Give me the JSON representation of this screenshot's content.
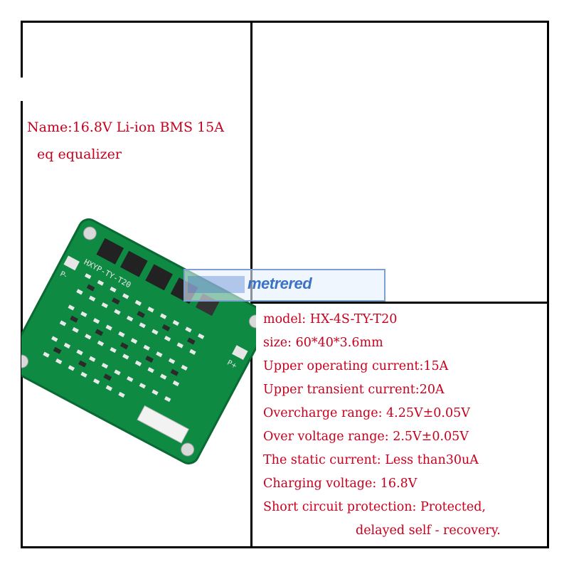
{
  "product": {
    "name_line1": "Name:16.8V Li-ion BMS 15A",
    "name_line2": "eq equalizer"
  },
  "specs": [
    "model: HX-4S-TY-T20",
    "size:  60*40*3.6mm",
    "Upper operating current:15A",
    "Upper transient current:20A",
    "Overcharge range: 4.25V±0.05V",
    "Over voltage range: 2.5V±0.05V",
    "The static current: Less than30uA",
    "Charging voltage: 16.8V",
    "Short circuit protection: Protected,",
    "delayed self - recovery."
  ],
  "board": {
    "silk_label": "HXYP-TY-T20",
    "pad_left": "P-",
    "pad_right": "P+"
  },
  "watermark": {
    "text": "metrered"
  },
  "colors": {
    "text": "#c8001e",
    "pcb": "#0f8a43",
    "border": "#000000"
  }
}
